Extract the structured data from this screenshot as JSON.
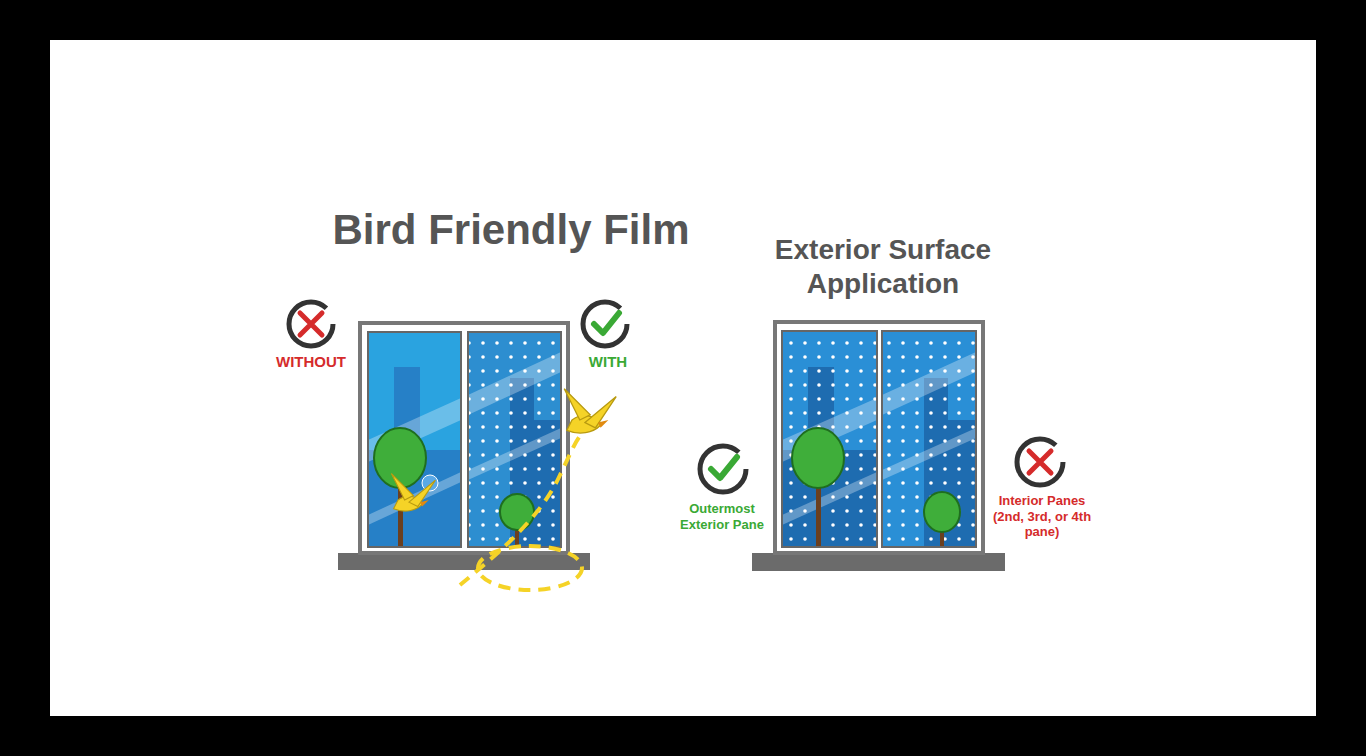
{
  "diagram": {
    "title": "Bird Friendly Film",
    "labels": [
      "WITHOUT",
      "WITH",
      "Exterior Surface Application",
      "Outermost Exterior Pane",
      "Interior Panes (2nd, 3rd, or 4th pane)"
    ]
  }
}
